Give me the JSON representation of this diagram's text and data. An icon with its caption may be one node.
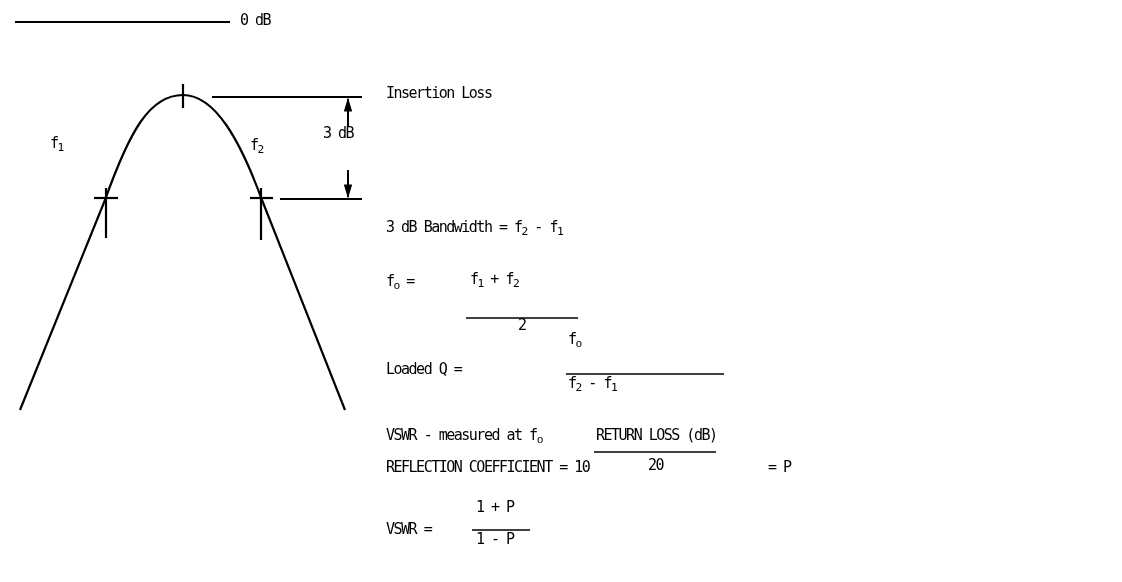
{
  "diagram": {
    "labels": [
      "0 dB",
      "Insertion Loss",
      "3 dB",
      "f$_{1}$",
      "f$_{2}$",
      "3 dB Bandwidth = f$_{2}$ - f$_{1}$",
      "f$_{o}$ =",
      "f$_{1}$ + f$_{2}$",
      "2",
      "Loaded Q =",
      "f$_{o}$",
      "f$_{2}$ - f$_{1}$",
      "VSWR - measured at f$_{o}$",
      "REFLECTION COEFFICIENT = 10",
      "RETURN LOSS (dB)",
      "20",
      "= P",
      "VSWR =",
      "1 + P",
      "1 - P"
    ]
  }
}
